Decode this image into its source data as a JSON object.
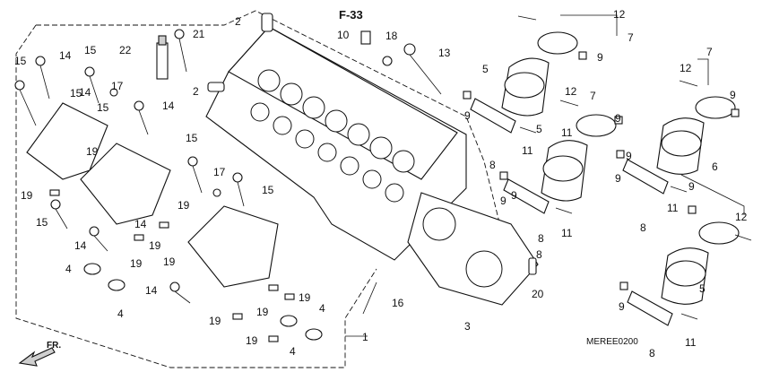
{
  "diagram": {
    "reference_label": "F-33",
    "direction_label": "FR.",
    "drawing_code": "MEREE0200",
    "callouts": [
      "1",
      "2",
      "2",
      "3",
      "4",
      "4",
      "4",
      "4",
      "5",
      "5",
      "5",
      "6",
      "7",
      "7",
      "7",
      "8",
      "8",
      "8",
      "8",
      "8",
      "9",
      "9",
      "9",
      "9",
      "9",
      "9",
      "9",
      "9",
      "9",
      "9",
      "10",
      "11",
      "11",
      "11",
      "11",
      "11",
      "12",
      "12",
      "12",
      "12",
      "13",
      "14",
      "14",
      "14",
      "14",
      "14",
      "14",
      "15",
      "15",
      "15",
      "15",
      "15",
      "15",
      "15",
      "16",
      "17",
      "17",
      "18",
      "19",
      "19",
      "19",
      "19",
      "19",
      "19",
      "19",
      "19",
      "19",
      "19",
      "20",
      "21",
      "22"
    ]
  }
}
